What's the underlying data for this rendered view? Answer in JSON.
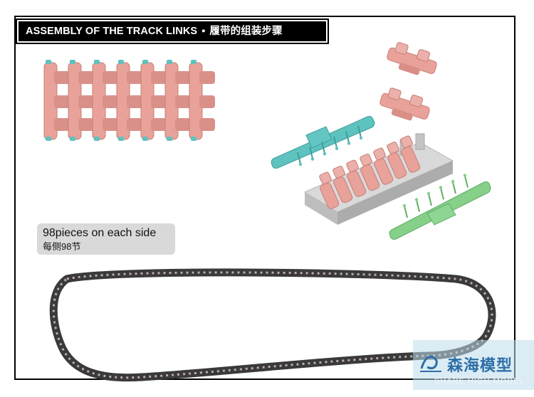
{
  "title": {
    "english": "ASSEMBLY OF THE TRACK LINKS",
    "separator": "▪",
    "chinese": "履带的组装步骤"
  },
  "note": {
    "english": "98pieces on each side",
    "chinese": "每侧98节"
  },
  "watermark": {
    "brand_chinese": "森海模型",
    "brand_english": "SHARE HIGH MODEL"
  },
  "colors": {
    "track_link_pink": "#e8a29a",
    "sprue_teal": "#5ec2bf",
    "sprue_green": "#86d08a",
    "jig_grey": "#c9c9c9",
    "track_dark": "#3a3a3a",
    "track_pin_red": "#c04040",
    "watermark_blue": "#2e6fa8"
  }
}
